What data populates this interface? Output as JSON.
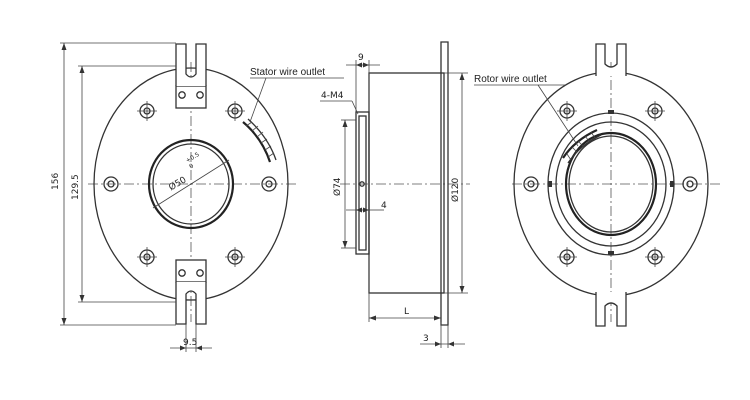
{
  "labels": {
    "stator_wire_outlet": "Stator wire outlet",
    "rotor_wire_outlet": "Rotor wire outlet",
    "bore_diameter_main": "Ø50",
    "bore_tolerance_upper": "+0.5",
    "bore_tolerance_lower": "0"
  },
  "dimensions": {
    "overall_height": "156",
    "hole_spacing": "129.5",
    "slot_width": "9.5",
    "outlet_offset": "9",
    "mount_holes": "4-M4",
    "inner_diameter": "Ø74",
    "body_diameter": "Ø120",
    "step_width": "4",
    "length": "L",
    "flange_thickness": "3"
  },
  "colors": {
    "line": "#333333",
    "background": "#ffffff"
  }
}
